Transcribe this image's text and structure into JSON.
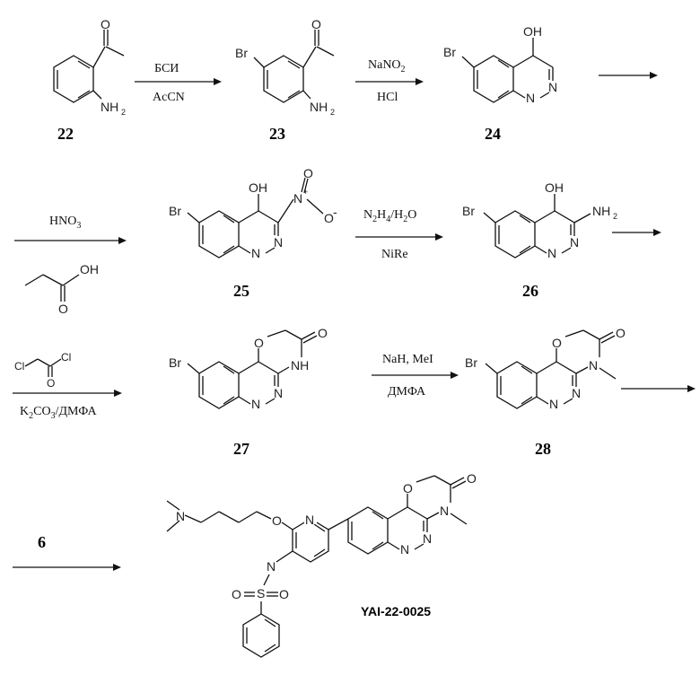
{
  "atoms": {
    "O": "O",
    "OH": "OH",
    "NH": "NH",
    "NH2": "NH",
    "NH2_sub": "2",
    "N": "N",
    "Br": "Br",
    "Cl": "Cl",
    "S": "S",
    "O_minus": "O",
    "minus": "-",
    "plus": "+"
  },
  "compounds": {
    "c22": "22",
    "c23": "23",
    "c24": "24",
    "c25": "25",
    "c26": "26",
    "c27": "27",
    "c28": "28",
    "reagent6": "6",
    "final_code": "YAI-22-0025"
  },
  "conditions": {
    "s1_top": "БСИ",
    "s1_bottom": "AcCN",
    "s2_top_pre": "NaNO",
    "s2_top_sub": "2",
    "s2_bottom": "HCl",
    "s4_top_pre": "HNO",
    "s4_top_sub": "3",
    "s5_top_a": "N",
    "s5_top_sub1": "2",
    "s5_top_b": "H",
    "s5_top_sub2": "4",
    "s5_top_c": "/H",
    "s5_top_sub3": "2",
    "s5_top_d": "O",
    "s5_bottom": "NiRe",
    "s6_bottom_a": "K",
    "s6_bottom_sub1": "2",
    "s6_bottom_b": "CO",
    "s6_bottom_sub2": "3",
    "s6_bottom_c": "/ДМФА",
    "s7_top": "NaH, MeI",
    "s7_bottom": "ДМФА"
  }
}
